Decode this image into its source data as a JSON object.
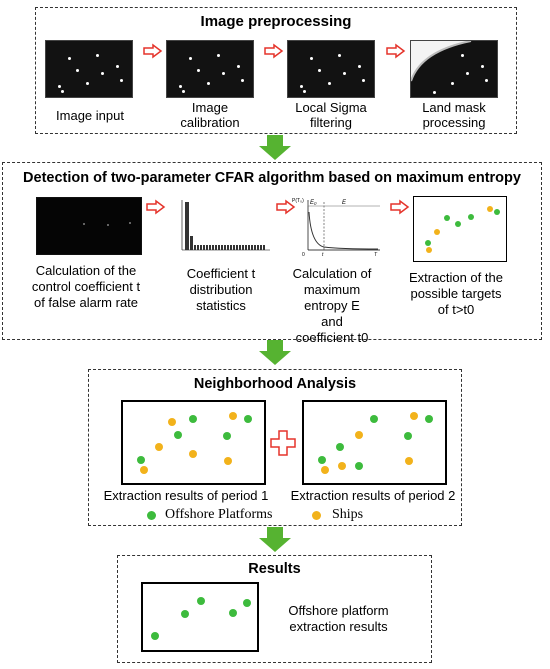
{
  "colors": {
    "green": "#3dbb3d",
    "orange": "#f2b21b",
    "arrow_red": "#e5342b",
    "big_arrow": "#56b331"
  },
  "section1": {
    "title": "Image preprocessing",
    "steps": [
      {
        "label": "Image input"
      },
      {
        "label": "Image calibration"
      },
      {
        "label": "Local Sigma filtering"
      },
      {
        "label": "Land mask processing"
      }
    ]
  },
  "section2": {
    "title": "Detection of two-parameter CFAR algorithm based on maximum entropy",
    "steps": [
      {
        "label": "Calculation of the control coefficient t of false alarm rate"
      },
      {
        "label": "Coefficient t distribution statistics"
      },
      {
        "label": "Calculation of maximum entropy E and coefficient t0"
      },
      {
        "label": "Extraction of the possible targets of t>t0"
      }
    ],
    "entropy_graph": {
      "ylabel": "P(T₀)",
      "xlabel": "T",
      "origin": "0",
      "tick_t": "t",
      "e0": "E₀",
      "e": "E"
    }
  },
  "section3": {
    "title": "Neighborhood Analysis",
    "result1": "Extraction results of period 1",
    "result2": "Extraction results of period 2",
    "legend": [
      {
        "label": "Offshore Platforms",
        "color": "green"
      },
      {
        "label": "Ships",
        "color": "orange"
      }
    ]
  },
  "section4": {
    "title": "Results",
    "caption": "Offshore platform extraction results"
  }
}
